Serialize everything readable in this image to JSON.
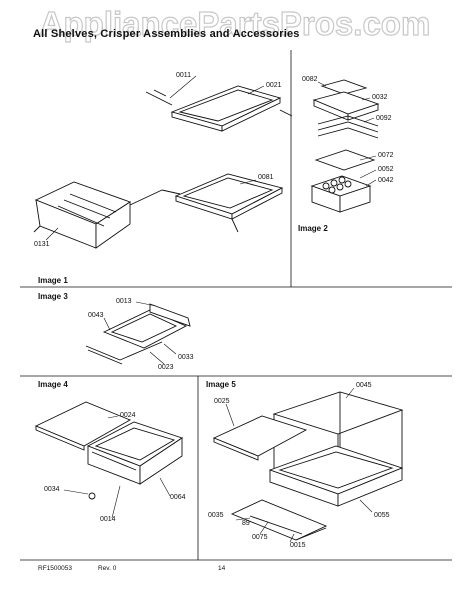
{
  "watermark": {
    "text": "AppliancePartsPros.com"
  },
  "header": {
    "title": "All Shelves, Crisper Assemblies and Accessories"
  },
  "panels": {
    "image1": {
      "title": "Image 1",
      "parts": [
        "0011",
        "0021",
        "0081",
        "0131"
      ]
    },
    "image2": {
      "title": "Image 2",
      "parts": [
        "0082",
        "0032",
        "0092",
        "0072",
        "0052",
        "0042"
      ]
    },
    "image3": {
      "title": "Image 3",
      "parts": [
        "0013",
        "0043",
        "0033",
        "0023"
      ]
    },
    "image4": {
      "title": "Image 4",
      "parts": [
        "0024",
        "0034",
        "0064",
        "0014"
      ]
    },
    "image5": {
      "title": "Image 5",
      "parts": [
        "0025",
        "0045",
        "0035",
        "0075",
        "0015",
        "0055"
      ],
      "callout": "89"
    }
  },
  "footer": {
    "doc_id": "RF1500053",
    "revision": "Rev. 0",
    "page": "14"
  },
  "colors": {
    "line": "#111111",
    "watermark": "#c8c8c8",
    "background": "#ffffff"
  }
}
